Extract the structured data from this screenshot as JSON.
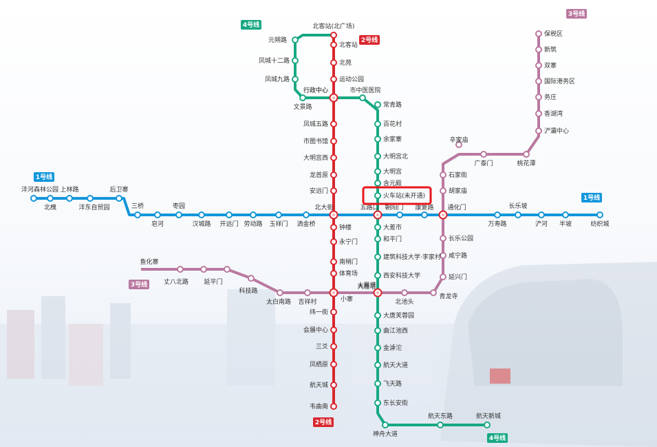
{
  "colors": {
    "line1": "#1296db",
    "line2": "#d9272e",
    "line3": "#b9789f",
    "line4": "#17a883",
    "highlight": "#e8161b"
  },
  "badges": {
    "line1": "1号线",
    "line2": "2号线",
    "line3": "3号线",
    "line4": "4号线"
  },
  "line1": {
    "stations": [
      "沣河森林公园",
      "北槐",
      "上林路",
      "沣东自贸园",
      "后卫寨",
      "三桥",
      "皂河",
      "枣园",
      "汉城路",
      "开远门",
      "劳动路",
      "玉祥门",
      "洒金桥",
      "北大街",
      "五路口",
      "朝阳门",
      "康复路",
      "通化门",
      "万寿路",
      "长乐坡",
      "浐河",
      "半坡",
      "纺织城"
    ]
  },
  "line2": {
    "stations": [
      "北客站(北广场)",
      "北客站",
      "北苑",
      "运动公园",
      "行政中心",
      "凤城五路",
      "市图书馆",
      "大明宫西",
      "龙首原",
      "安远门",
      "北大街",
      "钟楼",
      "永宁门",
      "南稍门",
      "体育场",
      "小寨",
      "纬一街",
      "会展中心",
      "三爻",
      "凤栖原",
      "航天城",
      "韦曲南"
    ]
  },
  "line3": {
    "stations": [
      "保税区",
      "新筑",
      "双寨",
      "国际港务区",
      "务庄",
      "香湖湾",
      "浐灞中心",
      "桃花潭",
      "广泰门",
      "辛家庙",
      "石家街",
      "胡家庙",
      "通化门",
      "长乐公园",
      "咸宁路",
      "延兴门",
      "青龙寺",
      "北池头",
      "大雁塔",
      "小寨",
      "吉祥村",
      "太白南路",
      "科技路",
      "延平门",
      "丈八北路",
      "鱼化寨"
    ]
  },
  "line4": {
    "stations": [
      "元朔路",
      "凤城十二路",
      "凤城九路",
      "文景路",
      "行政中心",
      "市中医医院",
      "常青路",
      "百花村",
      "余家寨",
      "大明宫北",
      "大明宫",
      "含元殿",
      "火车站(未开通)",
      "五路口",
      "大差市",
      "和平门",
      "建筑科技大学·李家村",
      "西安科技大学",
      "大雁塔",
      "大唐芙蓉园",
      "曲江池西",
      "金滹沱",
      "航天大道",
      "飞天路",
      "东长安街",
      "神舟大道",
      "航天东路",
      "航天新城"
    ]
  },
  "highlight": {
    "station": "火车站(未开通)"
  }
}
